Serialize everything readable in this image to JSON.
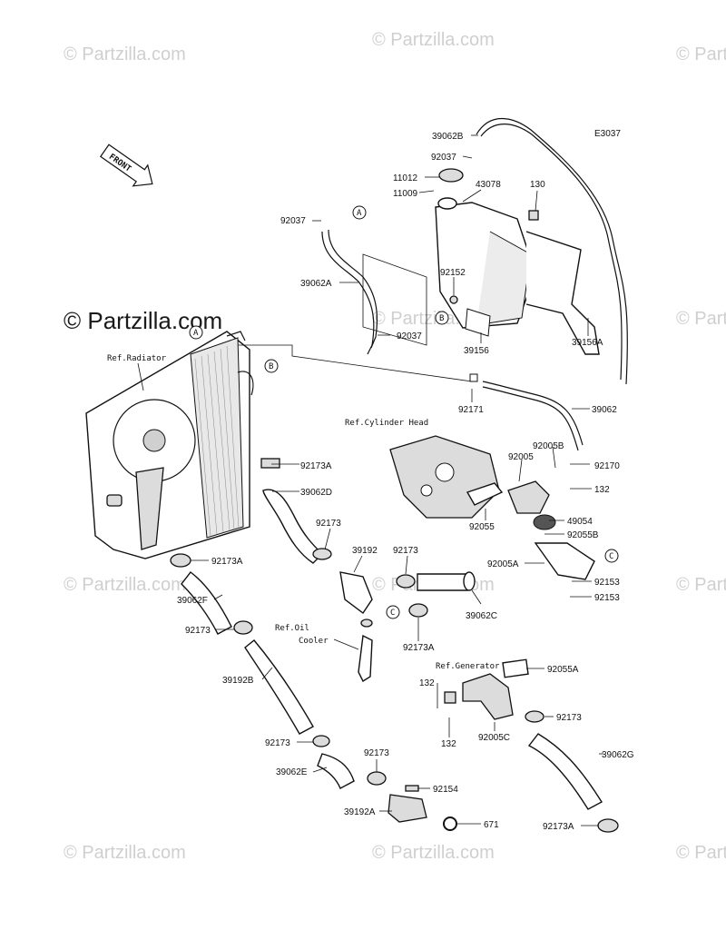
{
  "watermark": "© Partzilla.com",
  "diagram_code": "E3037",
  "front_label": "FRONT",
  "refs": {
    "radiator": "Ref.Radiator",
    "cylinder_head": "Ref.Cylinder Head",
    "oil_cooler_1": "Ref.Oil",
    "oil_cooler_2": "Cooler",
    "generator": "Ref.Generator"
  },
  "tags": {
    "a": "A",
    "b": "B",
    "c": "C"
  },
  "labels": {
    "p39062B": "39062B",
    "p92037_top": "92037",
    "p11012": "11012",
    "p11009": "11009",
    "p43078": "43078",
    "p130": "130",
    "p92037_left": "92037",
    "p39062A": "39062A",
    "p92152": "92152",
    "p92037_low": "92037",
    "p39156": "39156",
    "p39156A": "39156A",
    "p92171": "92171",
    "p39062": "39062",
    "p92005B": "92005B",
    "p92005": "92005",
    "p92170": "92170",
    "p132_a": "132",
    "p92173A_top": "92173A",
    "p39062D": "39062D",
    "p92055": "92055",
    "p49054": "49054",
    "p92055B": "92055B",
    "p92173_a": "92173",
    "p92173A_mid": "92173A",
    "p39192": "39192",
    "p92173_b": "92173",
    "p92005A": "92005A",
    "p92153_a": "92153",
    "p92153_b": "92153",
    "p39062F": "39062F",
    "p39062C": "39062C",
    "p92173_c": "92173",
    "p92173A_low": "92173A",
    "p39192B": "39192B",
    "p92055A": "92055A",
    "p132_b": "132",
    "p92173_d": "92173",
    "p132_c": "132",
    "p92005C": "92005C",
    "p92173_e": "92173",
    "p39062G": "39062G",
    "p39062E": "39062E",
    "p92173_f": "92173",
    "p92154": "92154",
    "p39192A": "39192A",
    "p671": "671",
    "p92173A_end": "92173A"
  }
}
